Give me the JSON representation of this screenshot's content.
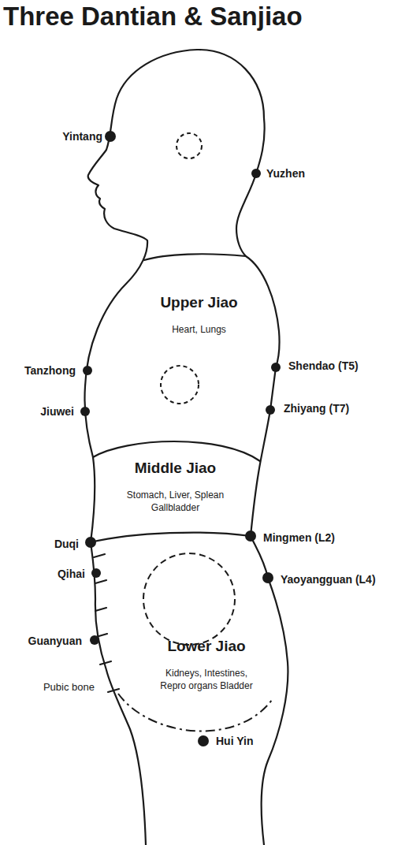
{
  "diagram": {
    "title": "Three Dantian & Sanjiao",
    "nodes": [
      {
        "text": [
          "Upper Jiao",
          "Heart, Lungs"
        ]
      },
      {
        "text": [
          "Middle Jiao",
          "Stomach, Liver, Splean Gallbladder"
        ]
      },
      {
        "text": [
          "Lower Jiao",
          "Kidneys, Intestines, Repro organs Bladder"
        ]
      }
    ],
    "labels": [
      "Yintang",
      "Yuzhen",
      "Tanzhong",
      "Shendao (T5)",
      "Jiuwei",
      "Zhiyang (T7)",
      "Duqi",
      "Mingmen (L2)",
      "Qihai",
      "Yaoyangguan (L4)",
      "Guanyuan",
      "Pubic bone",
      "Hui Yin"
    ]
  }
}
